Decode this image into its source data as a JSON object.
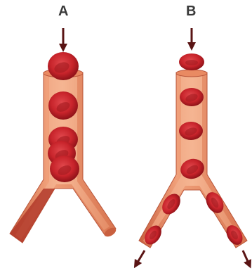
{
  "panels": [
    {
      "label": "A",
      "cells": "round",
      "arrows_in": 1,
      "arrows_out": 0
    },
    {
      "label": "B",
      "cells": "deformed",
      "arrows_in": 1,
      "arrows_out": 2
    }
  ],
  "colors": {
    "vessel_wall": "#e8885f",
    "vessel_wall_dark": "#c9603f",
    "vessel_lumen": "#f2a77f",
    "cell": "#c8242b",
    "cell_dark": "#8e1218",
    "cell_highlight": "#e0474c",
    "arrow": "#5a1414",
    "label": "#3a3a3a"
  }
}
